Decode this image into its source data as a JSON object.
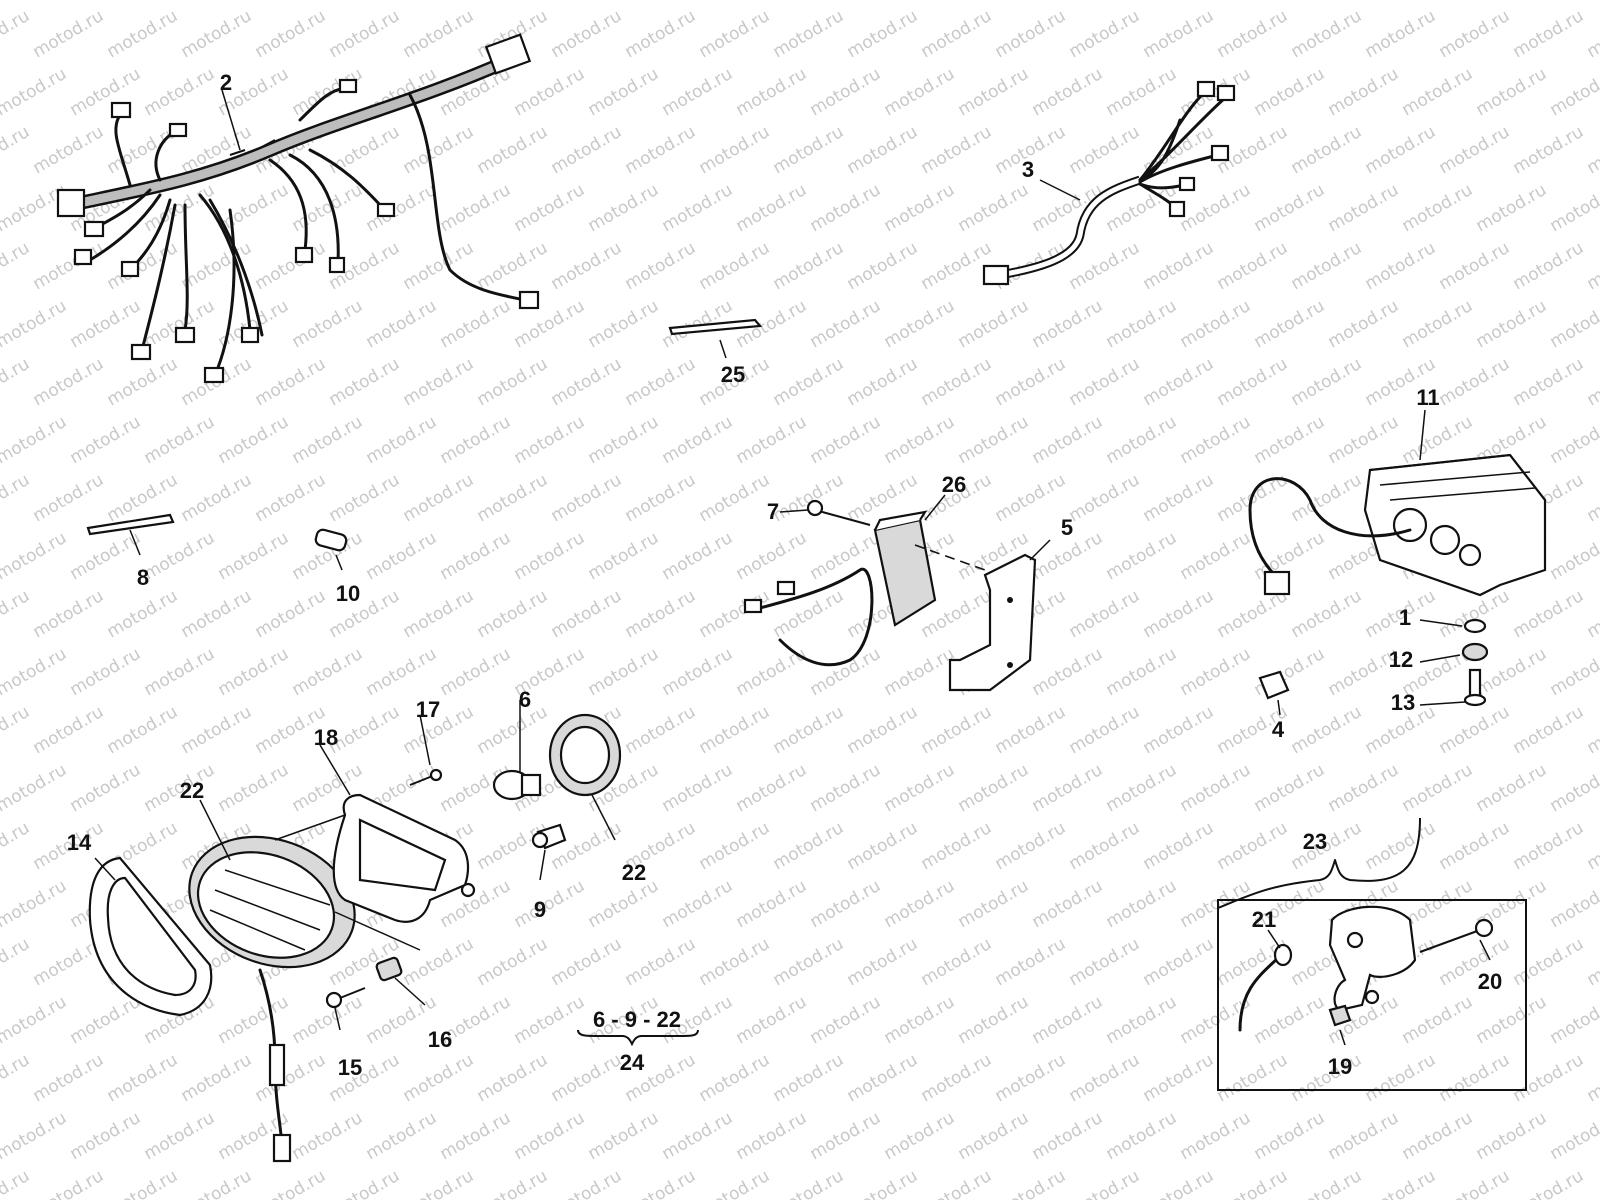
{
  "watermark": {
    "text": "motod.ru",
    "color": "#c8c8c8"
  },
  "callouts": [
    {
      "id": "2",
      "label": "2"
    },
    {
      "id": "3",
      "label": "3"
    },
    {
      "id": "25",
      "label": "25"
    },
    {
      "id": "11",
      "label": "11"
    },
    {
      "id": "8",
      "label": "8"
    },
    {
      "id": "10",
      "label": "10"
    },
    {
      "id": "7",
      "label": "7"
    },
    {
      "id": "26",
      "label": "26"
    },
    {
      "id": "5",
      "label": "5"
    },
    {
      "id": "1",
      "label": "1"
    },
    {
      "id": "12",
      "label": "12"
    },
    {
      "id": "13",
      "label": "13"
    },
    {
      "id": "4",
      "label": "4"
    },
    {
      "id": "17",
      "label": "17"
    },
    {
      "id": "6",
      "label": "6"
    },
    {
      "id": "18",
      "label": "18"
    },
    {
      "id": "22a",
      "label": "22"
    },
    {
      "id": "14",
      "label": "14"
    },
    {
      "id": "22b",
      "label": "22"
    },
    {
      "id": "9",
      "label": "9"
    },
    {
      "id": "16",
      "label": "16"
    },
    {
      "id": "15",
      "label": "15"
    },
    {
      "id": "23",
      "label": "23"
    },
    {
      "id": "21",
      "label": "21"
    },
    {
      "id": "20",
      "label": "20"
    },
    {
      "id": "19",
      "label": "19"
    }
  ],
  "kits": [
    {
      "id": "kit24",
      "members": "6 - 9 - 22",
      "label": "24"
    }
  ]
}
